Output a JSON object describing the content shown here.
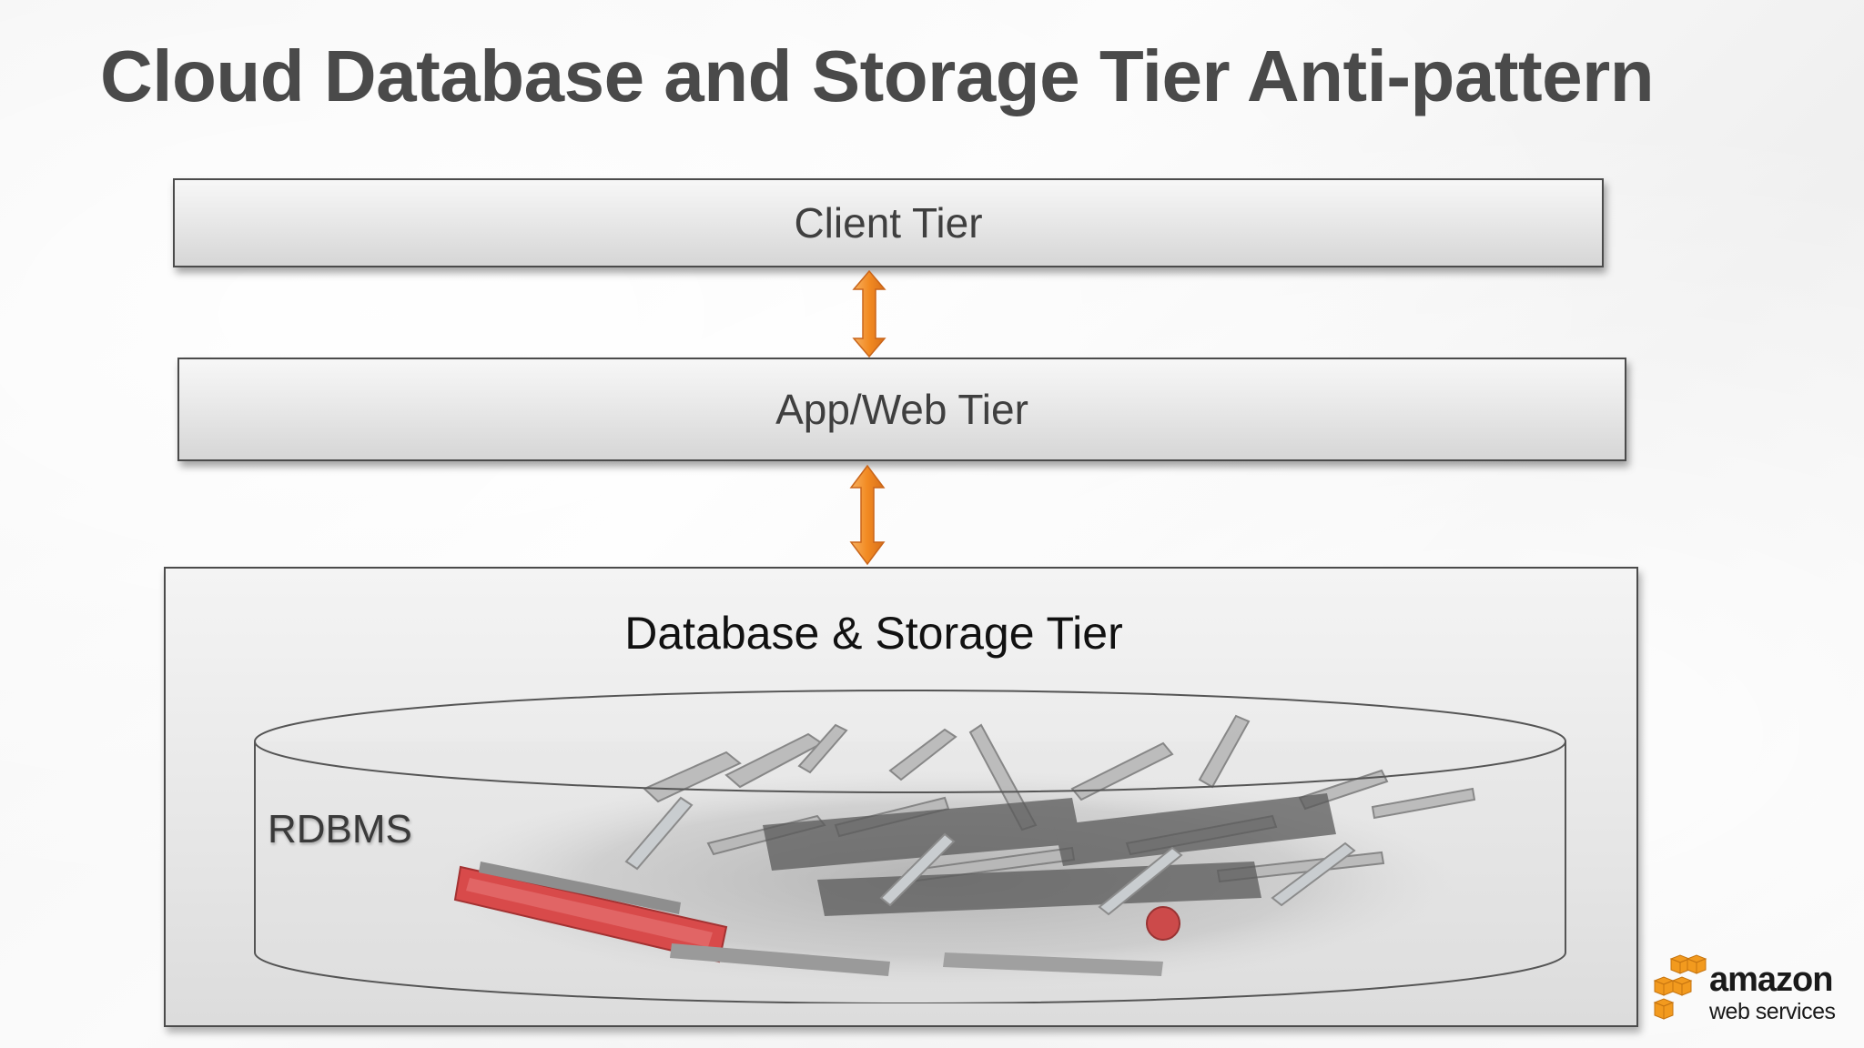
{
  "title": "Cloud Database and Storage Tier Anti-pattern",
  "tiers": {
    "client": "Client Tier",
    "app_web": "App/Web Tier",
    "database_storage": "Database & Storage Tier",
    "rdbms": "RDBMS"
  },
  "logo": {
    "line1": "amazon",
    "line2": "web services"
  },
  "colors": {
    "title_text": "#4a4a4a",
    "arrow_orange": "#f08a24",
    "logo_orange": "#f29a1e"
  },
  "icons": [
    "double-arrow-icon",
    "swiss-army-knife-image",
    "aws-cubes-icon"
  ]
}
